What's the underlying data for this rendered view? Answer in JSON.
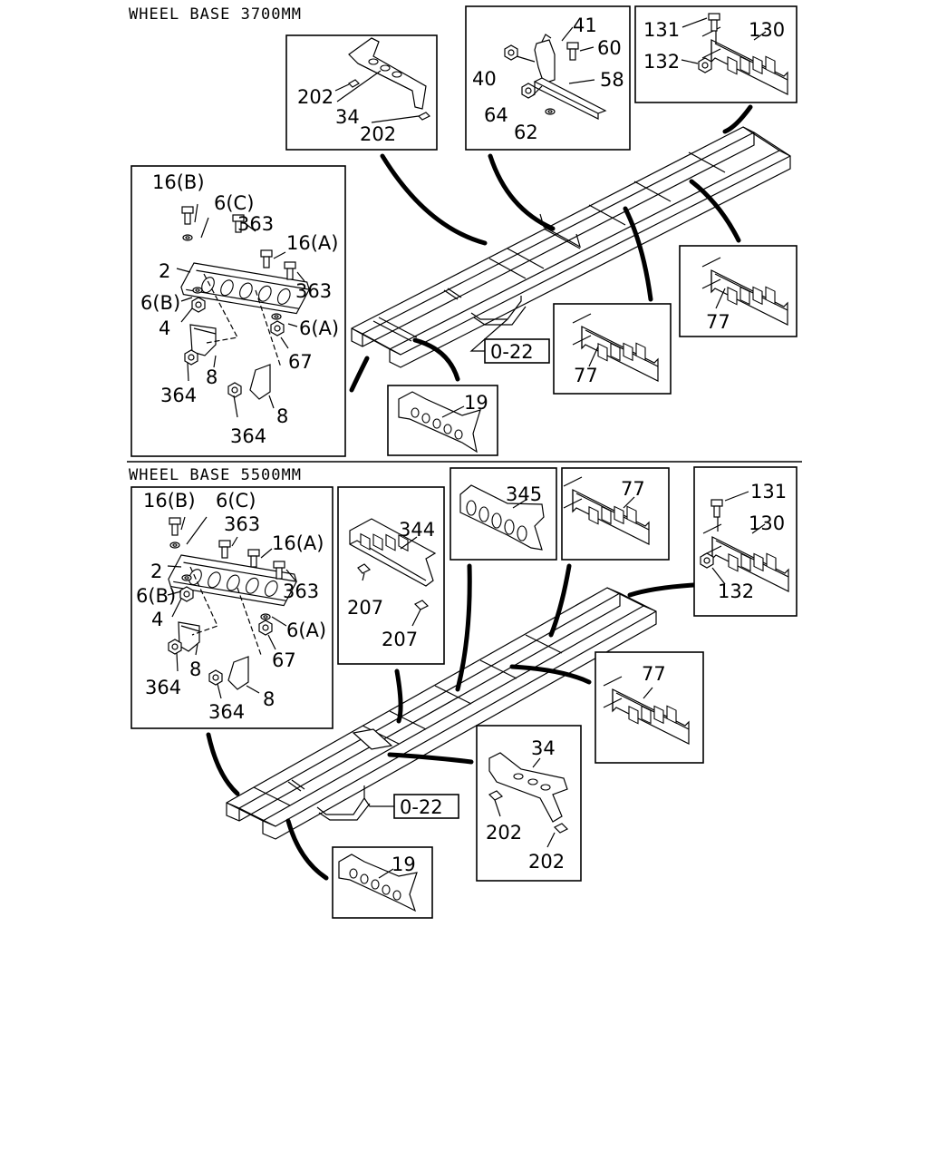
{
  "sections": [
    {
      "title": "WHEEL BASE 3700MM",
      "callouts": {
        "c202a": "202",
        "c34": "34",
        "c202b": "202",
        "c41": "41",
        "c60": "60",
        "c40": "40",
        "c58": "58",
        "c64": "64",
        "c62": "62",
        "c131": "131",
        "c130": "130",
        "c132": "132",
        "c16b": "16(B)",
        "c6c": "6(C)",
        "c363a": "363",
        "c16a": "16(A)",
        "c2": "2",
        "c363b": "363",
        "c6b": "6(B)",
        "c6a": "6(A)",
        "c4": "4",
        "c67": "67",
        "c364a": "364",
        "c8a": "8",
        "c8b": "8",
        "c364b": "364",
        "c77a": "77",
        "c77b": "77",
        "c19": "19"
      },
      "ref_box": "0-22"
    },
    {
      "title": "WHEEL BASE 5500MM",
      "callouts": {
        "c16b": "16(B)",
        "c6c": "6(C)",
        "c363a": "363",
        "c16a": "16(A)",
        "c2": "2",
        "c363b": "363",
        "c6b": "6(B)",
        "c4": "4",
        "c6a": "6(A)",
        "c8a": "8",
        "c67": "67",
        "c364a": "364",
        "c8b": "8",
        "c364b": "364",
        "c344": "344",
        "c207a": "207",
        "c207b": "207",
        "c345": "345",
        "c77a": "77",
        "c77b": "77",
        "c131": "131",
        "c130": "130",
        "c132": "132",
        "c34": "34",
        "c202a": "202",
        "c202b": "202",
        "c19": "19"
      },
      "ref_box": "0-22"
    }
  ]
}
